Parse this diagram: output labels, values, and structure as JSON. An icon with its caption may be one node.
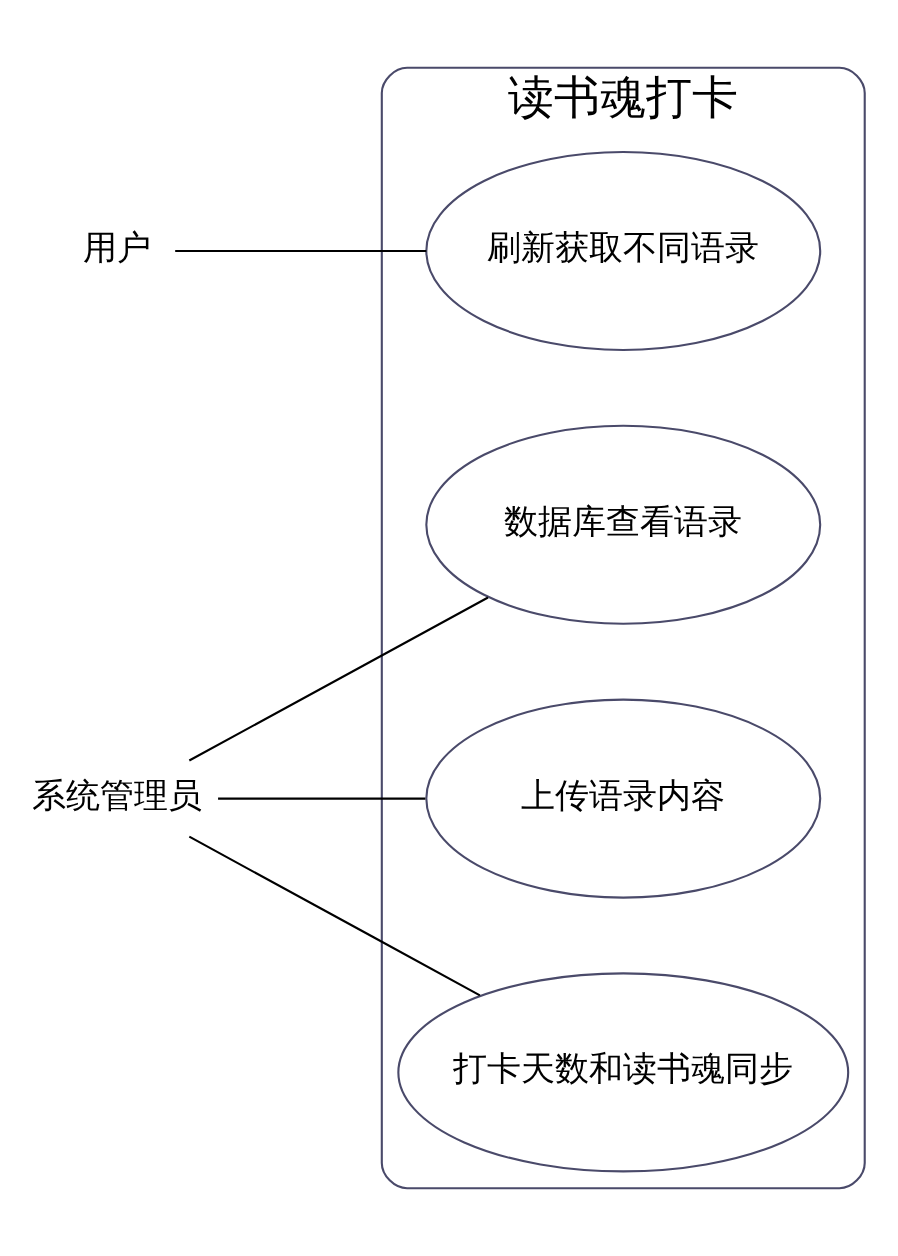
{
  "diagram": {
    "nodes": [
      {
        "text": [
          "读书魂打卡"
        ]
      },
      {
        "text": [
          "刷新获取不同语录"
        ],
        "in": 0
      },
      {
        "text": [
          "数据库查看语录"
        ],
        "in": 0
      },
      {
        "text": [
          "上传语录内容"
        ],
        "in": 0
      },
      {
        "text": [
          "打卡天数和读书魂同步"
        ],
        "in": 0
      },
      {
        "text": [
          "用户"
        ]
      },
      {
        "text": [
          "系统管理员"
        ]
      }
    ],
    "edges": [
      {
        "from": 5,
        "to": 1,
        "arrow": "none"
      },
      {
        "from": 6,
        "to": 2,
        "arrow": "none"
      },
      {
        "from": 6,
        "to": 3,
        "arrow": "none"
      },
      {
        "from": 6,
        "to": 4,
        "arrow": "none"
      }
    ]
  }
}
